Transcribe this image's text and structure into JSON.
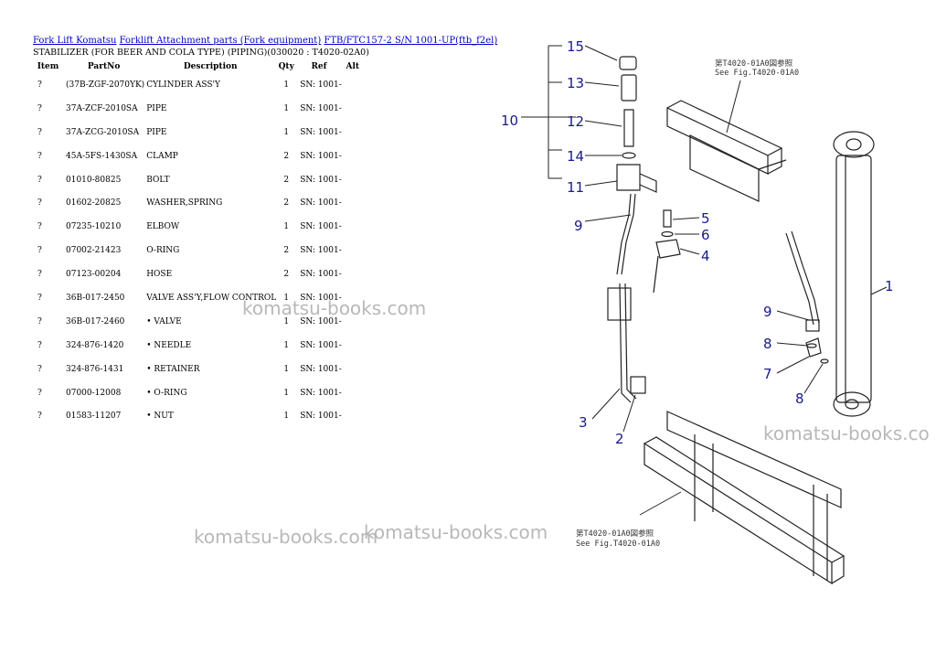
{
  "breadcrumb": {
    "links": [
      "Fork Lift Komatsu",
      "Forklift Attachment parts (Fork equipment)",
      "FTB/FTC157-2 S/N 1001-UP(ftb_f2el)"
    ]
  },
  "subtitle": "STABILIZER (FOR BEER AND COLA TYPE) (PIPING)(030020 : T4020-02A0)",
  "table": {
    "headers": [
      "Item",
      "PartNo",
      "Description",
      "Qty",
      "Ref",
      "Alt"
    ],
    "rows": [
      {
        "item": "?",
        "part": "(37B-ZGF-2070YK)",
        "desc": "CYLINDER ASS'Y",
        "qty": "1",
        "ref": "SN: 1001-"
      },
      {
        "item": "?",
        "part": "37A-ZCF-2010SA",
        "desc": "PIPE",
        "qty": "1",
        "ref": "SN: 1001-"
      },
      {
        "item": "?",
        "part": "37A-ZCG-2010SA",
        "desc": "PIPE",
        "qty": "1",
        "ref": "SN: 1001-"
      },
      {
        "item": "?",
        "part": "45A-5FS-1430SA",
        "desc": "CLAMP",
        "qty": "2",
        "ref": "SN: 1001-"
      },
      {
        "item": "?",
        "part": "01010-80825",
        "desc": "BOLT",
        "qty": "2",
        "ref": "SN: 1001-"
      },
      {
        "item": "?",
        "part": "01602-20825",
        "desc": "WASHER,SPRING",
        "qty": "2",
        "ref": "SN: 1001-"
      },
      {
        "item": "?",
        "part": "07235-10210",
        "desc": "ELBOW",
        "qty": "1",
        "ref": "SN: 1001-"
      },
      {
        "item": "?",
        "part": "07002-21423",
        "desc": "O-RING",
        "qty": "2",
        "ref": "SN: 1001-"
      },
      {
        "item": "?",
        "part": "07123-00204",
        "desc": "HOSE",
        "qty": "2",
        "ref": "SN: 1001-"
      },
      {
        "item": "?",
        "part": "36B-017-2450",
        "desc": "VALVE ASS'Y,FLOW CONTROL",
        "qty": "1",
        "ref": "SN: 1001-"
      },
      {
        "item": "?",
        "part": "36B-017-2460",
        "desc": "• VALVE",
        "qty": "1",
        "ref": "SN: 1001-"
      },
      {
        "item": "?",
        "part": "324-876-1420",
        "desc": "• NEEDLE",
        "qty": "1",
        "ref": "SN: 1001-"
      },
      {
        "item": "?",
        "part": "324-876-1431",
        "desc": "• RETAINER",
        "qty": "1",
        "ref": "SN: 1001-"
      },
      {
        "item": "?",
        "part": "07000-12008",
        "desc": "• O-RING",
        "qty": "1",
        "ref": "SN: 1001-"
      },
      {
        "item": "?",
        "part": "01583-11207",
        "desc": "• NUT",
        "qty": "1",
        "ref": "SN: 1001-"
      }
    ]
  },
  "watermarks": [
    "komatsu-books.com",
    "komatsu-books.co",
    "komatsu-books.com",
    "komatsu-books.com"
  ],
  "diagram": {
    "callouts": [
      "15",
      "13",
      "10",
      "12",
      "14",
      "11",
      "9",
      "5",
      "6",
      "4",
      "1",
      "9",
      "8",
      "7",
      "8",
      "3",
      "2"
    ],
    "note_top": [
      "第T4020-01A0図参照",
      "See Fig.T4020-01A0"
    ],
    "note_bottom": [
      "第T4020-01A0図参照",
      "See Fig.T4020-01A0"
    ]
  }
}
